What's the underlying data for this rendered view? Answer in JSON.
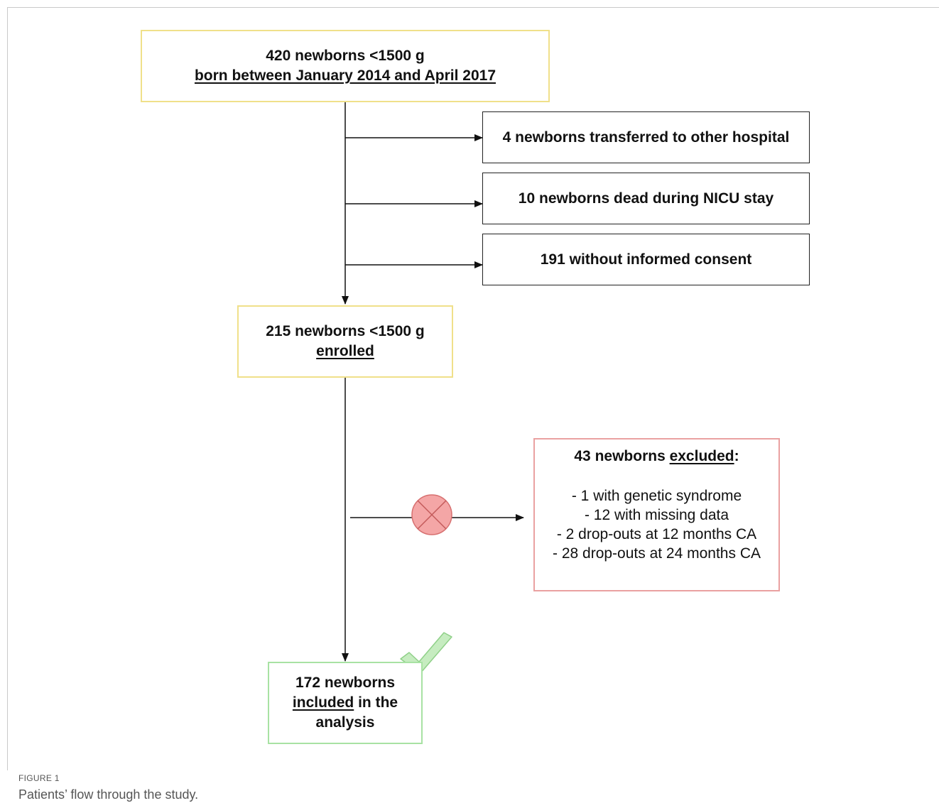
{
  "boxes": {
    "initial": {
      "line1": "420 newborns <1500 g",
      "line2": "born between January 2014 and April 2017"
    },
    "transferred": {
      "text": "4 newborns transferred to other hospital"
    },
    "dead": {
      "text": "10 newborns dead during NICU stay"
    },
    "no_consent": {
      "text": "191 without informed consent"
    },
    "enrolled": {
      "line1": "215 newborns <1500 g",
      "line2": "enrolled"
    },
    "excluded": {
      "title_prefix": "43 newborns ",
      "title_underlined": "excluded",
      "title_suffix": ":",
      "items": [
        "- 1 with genetic syndrome",
        "- 12 with missing data",
        "- 2 drop-outs at 12 months CA",
        "- 28 drop-outs at 24 months CA"
      ]
    },
    "included": {
      "line1": "172 newborns",
      "line2_underlined": "included",
      "line2_rest": " in the",
      "line3": "analysis"
    }
  },
  "caption": {
    "label": "FIGURE 1",
    "text": "Patients’ flow through the study."
  },
  "colors": {
    "start_border": "#f0e08a",
    "excluded_border": "#eaa1a1",
    "included_border": "#a8e2a3",
    "cross_fill": "#f4a6a6",
    "check_fill": "#c6ecc0"
  },
  "icons": {
    "exclusion": "x-circle-icon",
    "inclusion": "checkmark-icon"
  }
}
